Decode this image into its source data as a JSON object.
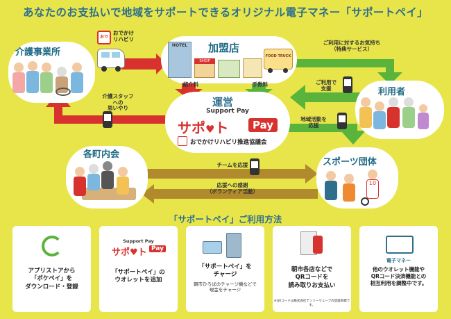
{
  "title": "あなたのお支払いで地域をサポートできるオリジナル電子マネー「サポートペイ」",
  "nodes": {
    "kaigo": "介護事業所",
    "kameiten": "加盟店",
    "riyousha": "利用者",
    "chounaikai": "各町内会",
    "sports": "スポーツ団体",
    "unei": "運営"
  },
  "van_label": "おでかけ\nリハビリ",
  "hotel_sign": "HOTEL",
  "shop_sign": "SHOP",
  "food_truck_sign": "FOOD TRUCK",
  "flows": {
    "kimochi": "ご利用に対するお気持ち\n（特典サービス）",
    "shoukai": "紹介料",
    "tesuuryou": "手数料",
    "riyou_shien": "ご利用で\n支援",
    "kaigo_staff": "介護スタッフ\nへの\n思いやり",
    "chiiki": "地域活動を\n応援",
    "team": "チームを応援",
    "kansha": "応援への感謝\n（ボランティア活動）"
  },
  "center": {
    "support_pay_en": "Support Pay",
    "support_kana": "サポ",
    "heart": "♥",
    "to_kana": "ト",
    "pay": "Pay",
    "org": "おでかけリハビリ推進協議会",
    "org_logo": "おでかけ\nリハビリ"
  },
  "howto_title": "「サポートペイ」ご利用方法",
  "steps": [
    {
      "text": "アプリストアから\n「ポケペイ」を\nダウンロード・登録",
      "sub": ""
    },
    {
      "logo_small": "Support Pay",
      "logo_kana": "サポ♥ト",
      "logo_pay": "Pay",
      "text": "「サポートペイ」の\nウオレットを追加",
      "sub": ""
    },
    {
      "text": "「サポートペイ」を\nチャージ",
      "sub": "朝市ひろばのチャージ機などで\n現金をチャージ"
    },
    {
      "text": "朝市各店などで\nQRコードを\n読み取りお支払い",
      "sub": "※QRコードは株式会社デンソーウェーブの登録商標です。"
    },
    {
      "chip_label": "電子マネー",
      "text": "他のウオレット機能や\nQRコード決済機能との\n相互利用を調整中です。",
      "sub": ""
    }
  ],
  "colors": {
    "bg": "#e8e54a",
    "red": "#d8322f",
    "green": "#5ab43c",
    "brown": "#b08a2c",
    "blue": "#2f6f8c"
  }
}
